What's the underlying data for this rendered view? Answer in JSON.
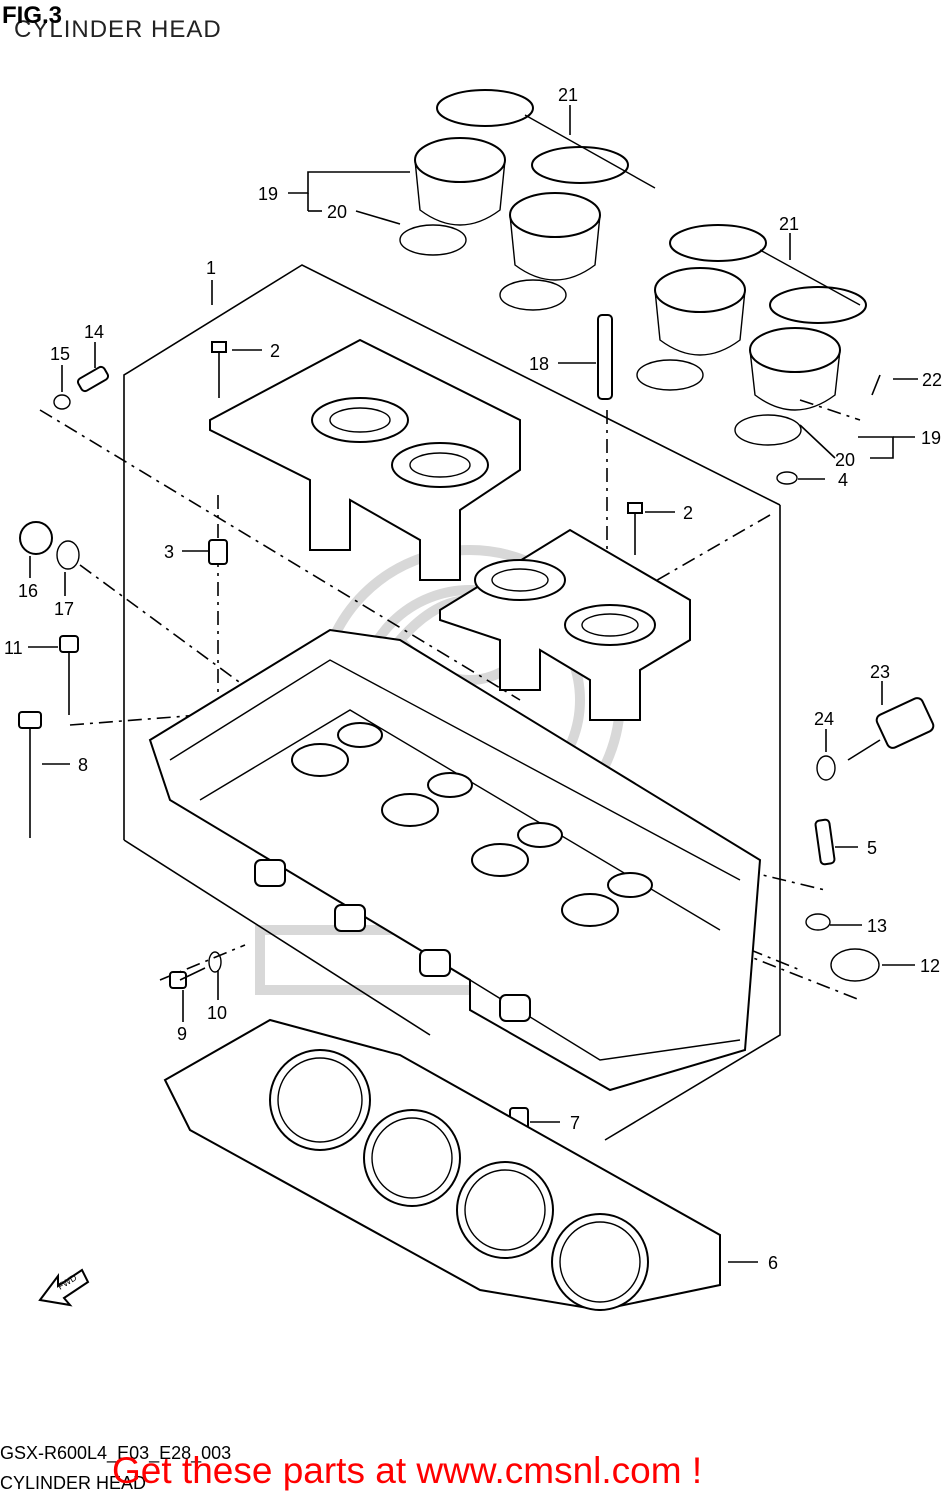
{
  "figure": {
    "number": "FIG.3",
    "title": "CYLINDER HEAD"
  },
  "callouts": {
    "c1": "1",
    "c2a": "2",
    "c2b": "2",
    "c3": "3",
    "c4": "4",
    "c5": "5",
    "c6": "6",
    "c7": "7",
    "c8": "8",
    "c9": "9",
    "c10": "10",
    "c11": "11",
    "c12": "12",
    "c13": "13",
    "c14": "14",
    "c15": "15",
    "c16": "16",
    "c17": "17",
    "c18": "18",
    "c19a": "19",
    "c19b": "19",
    "c20a": "20",
    "c20b": "20",
    "c21a": "21",
    "c21b": "21",
    "c22": "22",
    "c23": "23",
    "c24": "24"
  },
  "direction_marker": {
    "label": "FWD"
  },
  "footer": {
    "code": "GSX-R600L4_E03_E28_003",
    "name": "CYLINDER HEAD",
    "cta": "Get these parts at www.cmsnl.com !"
  },
  "colors": {
    "line": "#000000",
    "cta": "#ff0000",
    "watermark": "#d8d8d8"
  }
}
